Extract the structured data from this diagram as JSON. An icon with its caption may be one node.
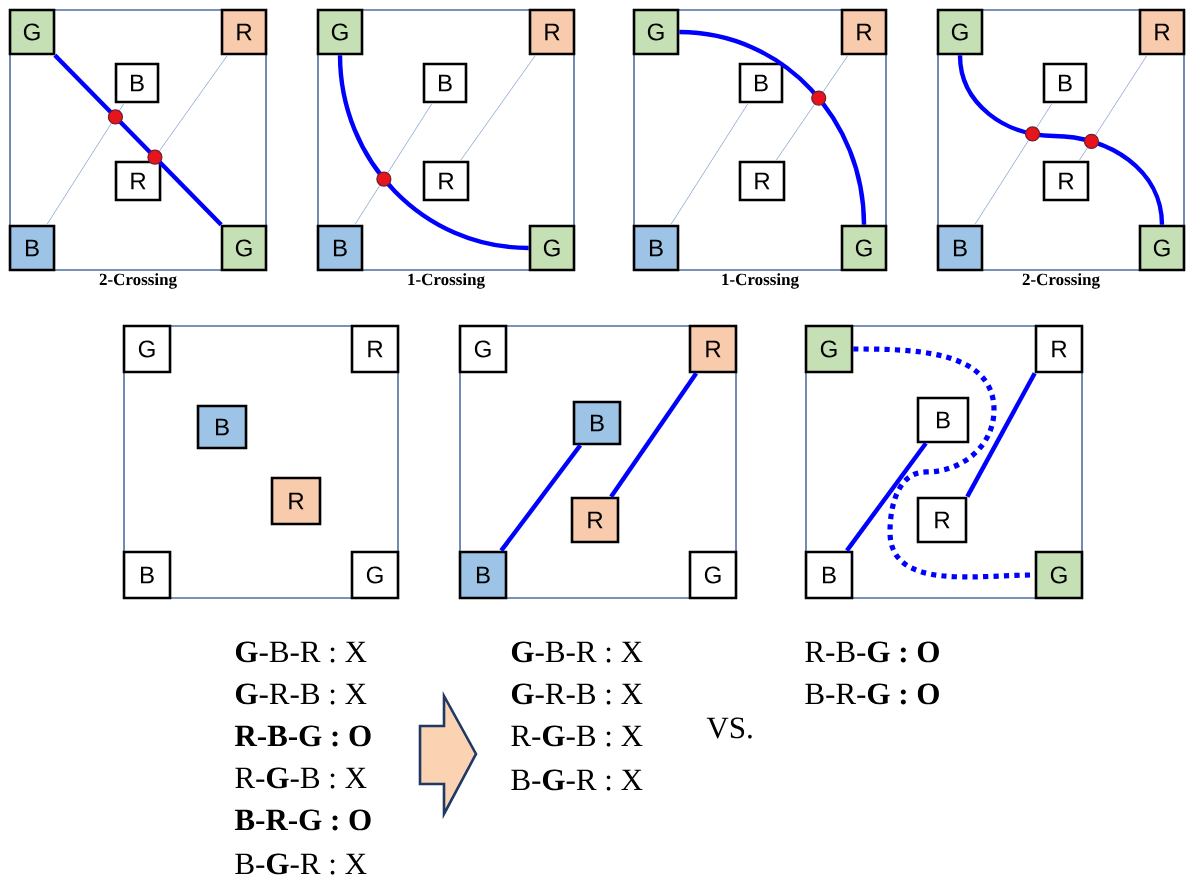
{
  "diagram": {
    "nodes": [
      {
        "text": [
          "2-Crossing"
        ]
      },
      {
        "text": [
          "G"
        ],
        "in": 0
      },
      {
        "text": [
          "R"
        ],
        "in": 0
      },
      {
        "text": [
          "B"
        ],
        "in": 0
      },
      {
        "text": [
          "R"
        ],
        "in": 0
      },
      {
        "text": [
          "B"
        ],
        "in": 0
      },
      {
        "text": [
          "G"
        ],
        "in": 0
      },
      {
        "text": [
          "1-Crossing"
        ]
      },
      {
        "text": [
          "G"
        ],
        "in": 7
      },
      {
        "text": [
          "R"
        ],
        "in": 7
      },
      {
        "text": [
          "B"
        ],
        "in": 7
      },
      {
        "text": [
          "R"
        ],
        "in": 7
      },
      {
        "text": [
          "B"
        ],
        "in": 7
      },
      {
        "text": [
          "G"
        ],
        "in": 7
      },
      {
        "text": [
          "1-Crossing"
        ]
      },
      {
        "text": [
          "G"
        ],
        "in": 14
      },
      {
        "text": [
          "R"
        ],
        "in": 14
      },
      {
        "text": [
          "B"
        ],
        "in": 14
      },
      {
        "text": [
          "R"
        ],
        "in": 14
      },
      {
        "text": [
          "B"
        ],
        "in": 14
      },
      {
        "text": [
          "G"
        ],
        "in": 14
      },
      {
        "text": [
          "2-Crossing"
        ]
      },
      {
        "text": [
          "G"
        ],
        "in": 21
      },
      {
        "text": [
          "R"
        ],
        "in": 21
      },
      {
        "text": [
          "B"
        ],
        "in": 21
      },
      {
        "text": [
          "R"
        ],
        "in": 21
      },
      {
        "text": [
          "B"
        ],
        "in": 21
      },
      {
        "text": [
          "G"
        ],
        "in": 21
      },
      {
        "text": [],
        "shape": "box"
      },
      {
        "text": [
          "G"
        ],
        "in": 28
      },
      {
        "text": [
          "R"
        ],
        "in": 28
      },
      {
        "text": [
          "B"
        ],
        "in": 28
      },
      {
        "text": [
          "R"
        ],
        "in": 28
      },
      {
        "text": [
          "B"
        ],
        "in": 28
      },
      {
        "text": [
          "G"
        ],
        "in": 28
      },
      {
        "text": [],
        "shape": "box"
      },
      {
        "text": [
          "G"
        ],
        "in": 35
      },
      {
        "text": [
          "R"
        ],
        "in": 35
      },
      {
        "text": [
          "B"
        ],
        "in": 35
      },
      {
        "text": [
          "R"
        ],
        "in": 35
      },
      {
        "text": [
          "B"
        ],
        "in": 35
      },
      {
        "text": [
          "G"
        ],
        "in": 35
      },
      {
        "text": [],
        "shape": "box"
      },
      {
        "text": [
          "G"
        ],
        "in": 42
      },
      {
        "text": [
          "R"
        ],
        "in": 42
      },
      {
        "text": [
          "B"
        ],
        "in": 42
      },
      {
        "text": [
          "R"
        ],
        "in": 42
      },
      {
        "text": [
          "B"
        ],
        "in": 42
      },
      {
        "text": [
          "G"
        ],
        "in": 42
      }
    ],
    "edges": [
      {
        "from": 5,
        "to": 3,
        "arrow": "none",
        "color": "#9fb4d8"
      },
      {
        "from": 2,
        "to": 4,
        "arrow": "none",
        "color": "#9fb4d8"
      },
      {
        "from": 1,
        "to": 6,
        "arrow": "none"
      },
      {
        "from": 12,
        "to": 10,
        "arrow": "none",
        "color": "#9fb4d8"
      },
      {
        "from": 9,
        "to": 11,
        "arrow": "none",
        "color": "#9fb4d8"
      },
      {
        "from": 8,
        "to": 13,
        "arrow": "none"
      },
      {
        "from": 19,
        "to": 17,
        "arrow": "none",
        "color": "#9fb4d8"
      },
      {
        "from": 16,
        "to": 18,
        "arrow": "none",
        "color": "#9fb4d8"
      },
      {
        "from": 15,
        "to": 20,
        "arrow": "none"
      },
      {
        "from": 26,
        "to": 24,
        "arrow": "none",
        "color": "#9fb4d8"
      },
      {
        "from": 23,
        "to": 25,
        "arrow": "none",
        "color": "#9fb4d8"
      },
      {
        "from": 22,
        "to": 27,
        "arrow": "none"
      },
      {
        "from": 40,
        "to": 38,
        "arrow": "none"
      },
      {
        "from": 37,
        "to": 39,
        "arrow": "none"
      },
      {
        "from": 47,
        "to": 45,
        "arrow": "none"
      },
      {
        "from": 44,
        "to": 46,
        "arrow": "none"
      },
      {
        "from": 43,
        "to": 48,
        "arrow": "none",
        "style": "dashed"
      }
    ],
    "labels": [
      "**G**-B-R : X",
      "**G**-R-B : X",
      "R-B-G : O",
      "R-**G**-B : X",
      "B-R-G : O",
      "B-**G**-R : X",
      "**G**-B-R : X",
      "**G**-R-B : X",
      "R-**G**-B : X",
      "B-**G**-R : X",
      "VS.",
      "R-B-**G : O**",
      "B-R-**G : O**"
    ]
  }
}
